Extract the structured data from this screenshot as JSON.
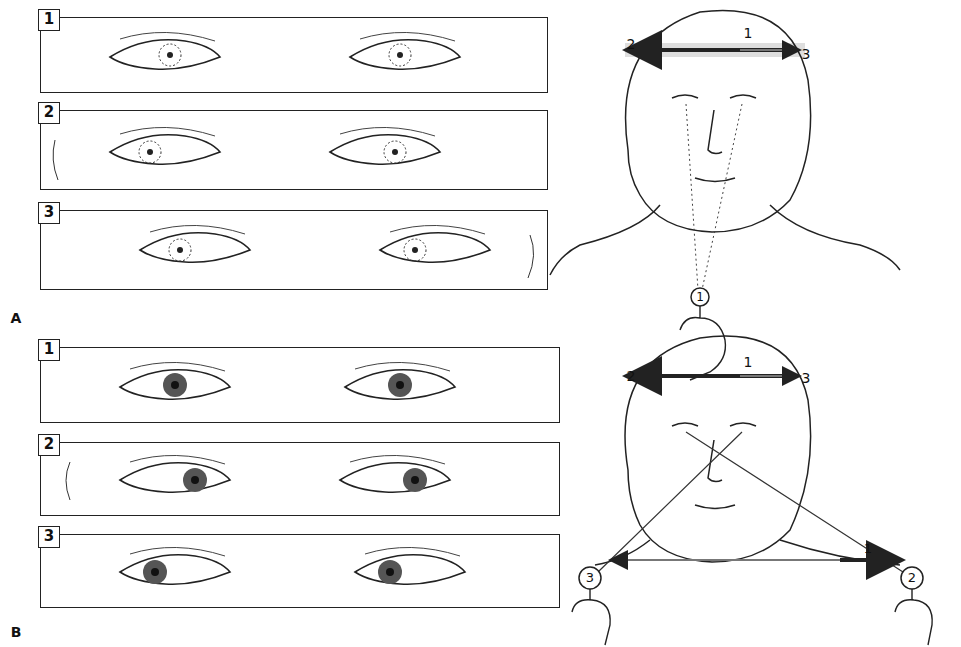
{
  "diagram": {
    "nodes": [
      {
        "text": [
          "1"
        ]
      },
      {
        "text": [
          "2"
        ]
      },
      {
        "text": [
          "3"
        ]
      },
      {
        "text": [
          "1"
        ]
      },
      {
        "text": [
          "2"
        ]
      },
      {
        "text": [
          "3"
        ]
      }
    ],
    "labels": [
      "A",
      "2",
      "1",
      "3",
      "1",
      "B",
      "2",
      "1",
      "3",
      "1",
      "3",
      "2"
    ]
  }
}
